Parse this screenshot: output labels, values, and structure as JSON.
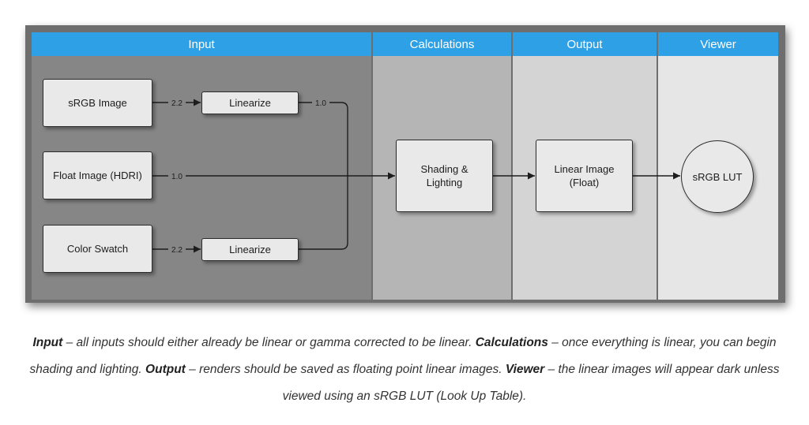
{
  "lanes": {
    "input": "Input",
    "calculations": "Calculations",
    "output": "Output",
    "viewer": "Viewer"
  },
  "nodes": {
    "srgb_image": "sRGB Image",
    "float_image": "Float Image (HDRI)",
    "color_swatch": "Color Swatch",
    "linearize_top": "Linearize",
    "linearize_bottom": "Linearize",
    "shading": "Shading &\nLighting",
    "linear_image": "Linear Image\n(Float)",
    "srgb_lut": "sRGB LUT"
  },
  "connector_labels": {
    "srgb_gamma": "2.2",
    "linearize_top_out": "1.0",
    "float_gamma": "1.0",
    "swatch_gamma": "2.2"
  },
  "caption": {
    "input_term": "Input",
    "input_text": " – all inputs should either already be linear or gamma corrected to be linear. ",
    "calc_term": "Calculations",
    "calc_text": " – once everything is linear, you can begin shading and lighting. ",
    "output_term": "Output",
    "output_text": " – renders should be saved as floating point linear images. ",
    "viewer_term": "Viewer",
    "viewer_text": " – the linear images will appear dark unless viewed using an sRGB LUT (Look Up Table)."
  },
  "colors": {
    "header": "#2ea0e6",
    "frame": "#6e6e6e",
    "lane_input": "#868686",
    "lane_calculations": "#b5b5b5",
    "lane_output": "#d4d4d4",
    "lane_viewer": "#e6e6e6"
  }
}
